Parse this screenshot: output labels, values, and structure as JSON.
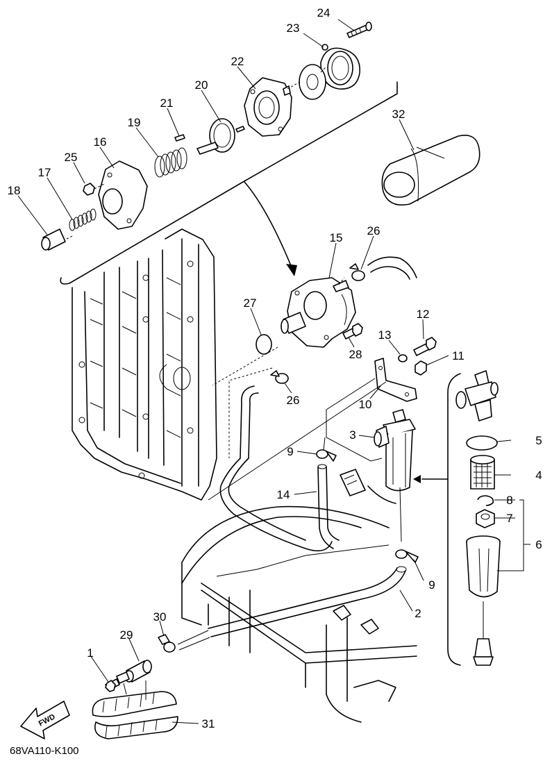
{
  "diagram": {
    "code": "68VA110-K100",
    "fwd_label": "FWD",
    "callouts": [
      "1",
      "2",
      "3",
      "4",
      "5",
      "6",
      "7",
      "8",
      "9",
      "9",
      "10",
      "11",
      "12",
      "13",
      "14",
      "15",
      "16",
      "17",
      "18",
      "19",
      "20",
      "21",
      "22",
      "23",
      "24",
      "25",
      "26",
      "26",
      "27",
      "28",
      "29",
      "30",
      "31",
      "32"
    ]
  }
}
